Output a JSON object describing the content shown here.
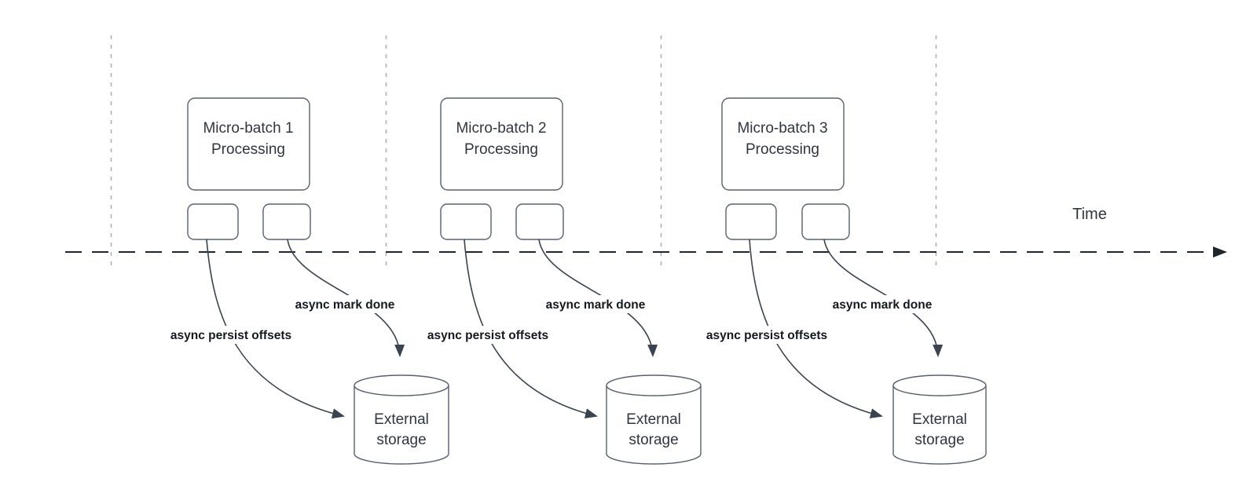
{
  "diagram": {
    "time_axis_label": "Time",
    "groups": [
      {
        "title_line1": "Micro-batch 1",
        "title_line2": "Processing",
        "persist_arrow_label": "async persist offsets",
        "mark_done_arrow_label": "async mark done",
        "storage_line1": "External",
        "storage_line2": "storage"
      },
      {
        "title_line1": "Micro-batch 2",
        "title_line2": "Processing",
        "persist_arrow_label": "async persist offsets",
        "mark_done_arrow_label": "async mark done",
        "storage_line1": "External",
        "storage_line2": "storage"
      },
      {
        "title_line1": "Micro-batch 3",
        "title_line2": "Processing",
        "persist_arrow_label": "async persist offsets",
        "mark_done_arrow_label": "async mark done",
        "storage_line1": "External",
        "storage_line2": "storage"
      }
    ],
    "colors": {
      "shape_stroke": "#596070",
      "connector": "#3a4350",
      "timeline": "#20262e",
      "guide_line": "#a9aeb5",
      "label_text": "#14191f",
      "shape_text": "#2f3642"
    }
  }
}
